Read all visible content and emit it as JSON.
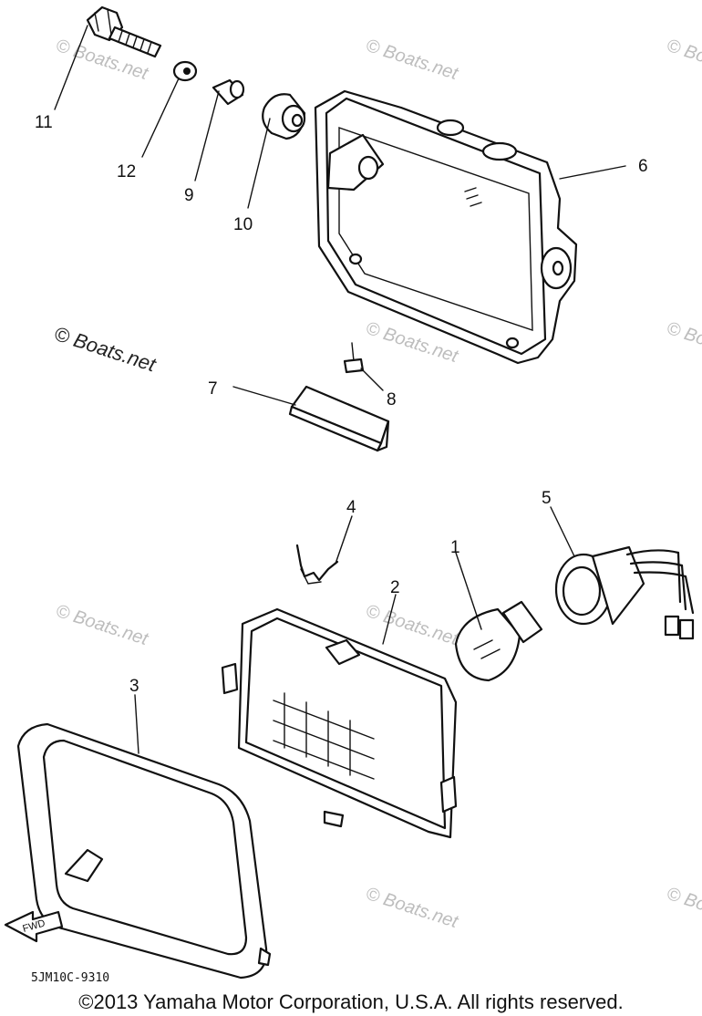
{
  "diagram": {
    "callouts": [
      {
        "id": "11",
        "label": "11"
      },
      {
        "id": "12",
        "label": "12"
      },
      {
        "id": "9",
        "label": "9"
      },
      {
        "id": "10",
        "label": "10"
      },
      {
        "id": "6",
        "label": "6"
      },
      {
        "id": "7",
        "label": "7"
      },
      {
        "id": "8",
        "label": "8"
      },
      {
        "id": "4",
        "label": "4"
      },
      {
        "id": "5",
        "label": "5"
      },
      {
        "id": "2",
        "label": "2"
      },
      {
        "id": "1",
        "label": "1"
      },
      {
        "id": "3",
        "label": "3"
      }
    ],
    "fwd_label": "FWD",
    "part_code": "5JM10C-9310"
  },
  "watermark": {
    "text": "© Boats.net"
  },
  "copyright": "©2013 Yamaha Motor Corporation, U.S.A. All rights reserved."
}
